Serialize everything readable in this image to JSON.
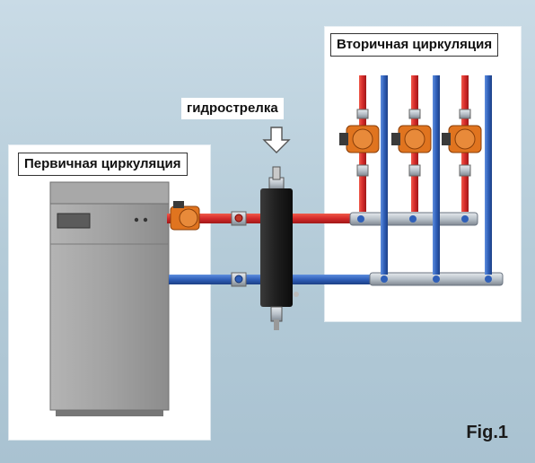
{
  "labels": {
    "primary": "Первичная циркуляция",
    "secondary": "Вторичная циркуляция",
    "separator": "гидрострелка",
    "figure": "Fig.1"
  },
  "icons": {
    "arrow": "down-arrow-icon"
  },
  "colors": {
    "hot_pipe": "#d42a2a",
    "cold_pipe": "#2f5fb8",
    "pump": "#e0741f",
    "separator": "#1e1e1e",
    "boiler": "#9a9a9a",
    "manifold": "#b9c1c9"
  }
}
